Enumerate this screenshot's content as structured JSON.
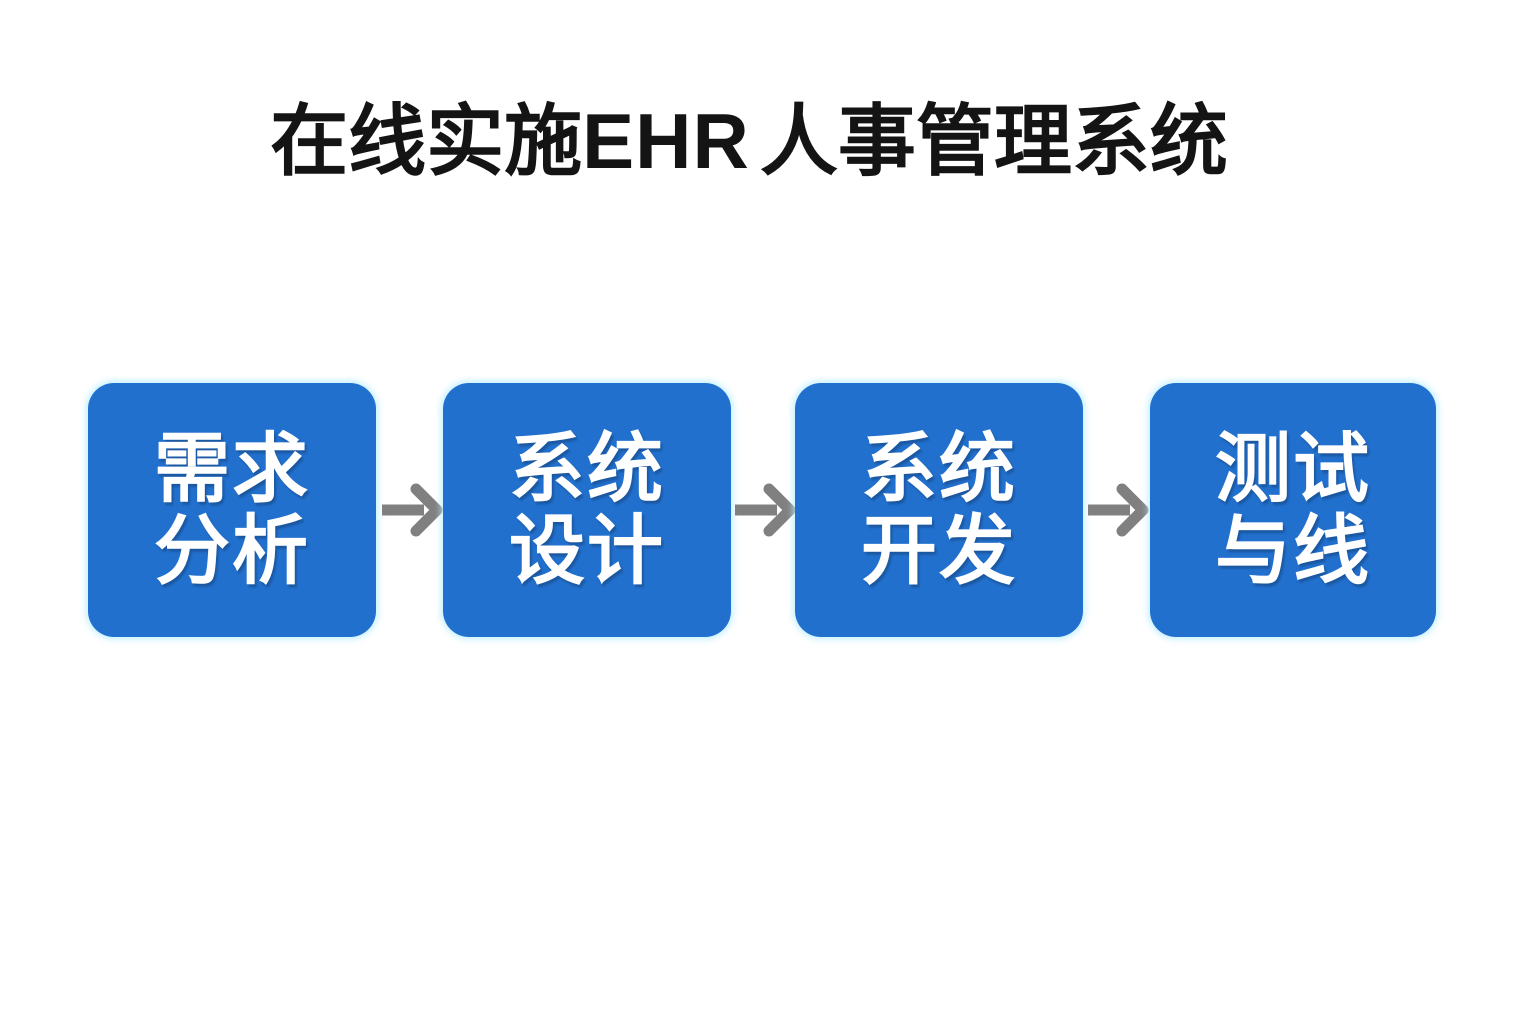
{
  "slide": {
    "background_color": "#ffffff",
    "title": {
      "full_text": "在线实施EHR人事管理系统",
      "part_lead": "在线实施",
      "part_latin": "EHR",
      "part_tail": "人事管理系统",
      "color": "#141414"
    },
    "theme": {
      "box_fill": "#2270ce",
      "box_text_color": "#ffffff",
      "box_glow": "#b4ebff",
      "arrow_color": "#808080"
    },
    "flow": {
      "type": "linear-process",
      "step_count": 4,
      "connector_icon": "arrow-right-icon",
      "steps": [
        {
          "index": 1,
          "line1": "需求",
          "line2": "分析",
          "full": "需求分析"
        },
        {
          "index": 2,
          "line1": "系统",
          "line2": "设计",
          "full": "系统设计"
        },
        {
          "index": 3,
          "line1": "系统",
          "line2": "开发",
          "full": "系统开发"
        },
        {
          "index": 4,
          "line1": "测试",
          "line2": "与线",
          "full": "测试与线"
        }
      ],
      "connectors": [
        {
          "index": 1,
          "from": "需求分析",
          "to": "系统设计"
        },
        {
          "index": 2,
          "from": "系统设计",
          "to": "系统开发"
        },
        {
          "index": 3,
          "from": "系统开发",
          "to": "测试与线"
        }
      ]
    }
  }
}
